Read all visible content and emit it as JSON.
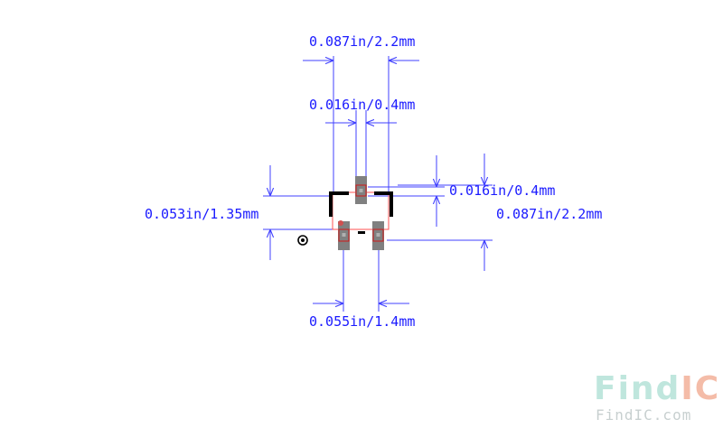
{
  "dimensions": {
    "top_width": "0.087in/2.2mm",
    "pad_width": "0.016in/0.4mm",
    "pad_height": "0.016in/0.4mm",
    "body_height": "0.053in/1.35mm",
    "total_height": "0.087in/2.2mm",
    "pad_pitch": "0.055in/1.4mm"
  },
  "watermark": {
    "logo_find": "Find",
    "logo_ic": "IC",
    "url": "FindIC.com"
  },
  "colors": {
    "dimension_line": "#4040ff",
    "dimension_text": "#1a1aff",
    "pad_fill": "#808080",
    "pad_outline": "#d01818",
    "silkscreen": "#000000",
    "courtyard": "#ff5050",
    "pin1_marker": "#d05050",
    "watermark_find": "#bfe6dd",
    "watermark_ic": "#f4bca8",
    "watermark_url": "#c8d0d0"
  }
}
